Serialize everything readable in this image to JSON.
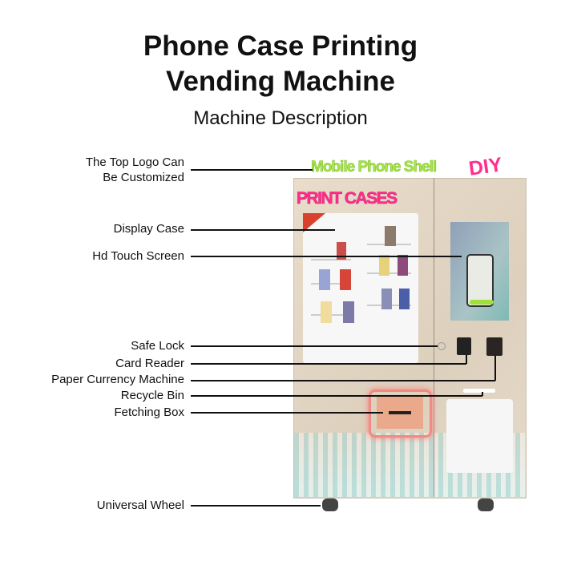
{
  "title_line1": "Phone Case Printing",
  "title_line2": "Vending Machine",
  "subtitle": "Machine Description",
  "labels": {
    "top_logo_1": "The Top Logo Can",
    "top_logo_2": "Be Customized",
    "display_case": "Display Case",
    "touch_screen": "Hd Touch Screen",
    "safe_lock": "Safe Lock",
    "card_reader": "Card Reader",
    "paper_currency": "Paper Currency Machine",
    "recycle_bin": "Recycle Bin",
    "fetching_box": "Fetching Box",
    "universal_wheel": "Universal Wheel"
  },
  "machine": {
    "logo_text": "Mobile Phone Shell",
    "logo_diy": "DIY",
    "panel_text": "PRINT CASES"
  },
  "colors": {
    "logo_green": "#a8e64a",
    "logo_pink": "#ff2f8e",
    "body": "#e4d8c6"
  }
}
